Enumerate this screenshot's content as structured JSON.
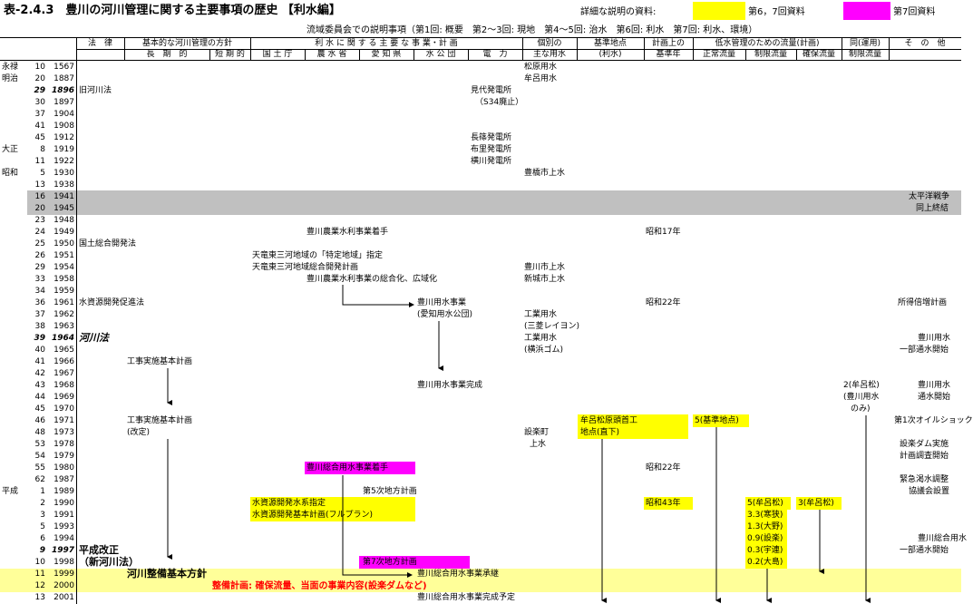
{
  "title": "表-2.4.3　豊川の河川管理に関する主要事項の歴史 【利水編】",
  "legend": {
    "label": "詳細な説明の資料:",
    "yellow_label": "第6，7回資料",
    "magenta_label": "第7回資料",
    "yellow_color": "#ffff00",
    "magenta_color": "#ff00ff"
  },
  "subtitle": "流域委員会での説明事項（第1回: 概要　第2～3回: 現地　第4～5回: 治水　第6回: 利水　第7回: 利水、環境）",
  "headers": {
    "law": "法　律",
    "policy": "基本的な河川管理の方針",
    "policy_long": "長　期　的",
    "policy_short": "短 期 的",
    "projects": "利 水 に 関 す る 主 要 な 事 業・計 画",
    "p_kokudo": "国 土 庁",
    "p_nosei": "農 水 省",
    "p_aichi": "愛 知 県",
    "p_mizu": "水 公 団",
    "p_power": "電　力",
    "water1": "個別の",
    "water2": "主な用水",
    "base1": "基準地点",
    "base2": "(利水)",
    "plan1": "計画上の",
    "plan2": "基準年",
    "flow": "低水管理のための流量(計画)",
    "flow_normal": "正常流量",
    "flow_limit": "制限流量",
    "flow_secure": "確保流量",
    "op1": "同(運用)",
    "op2": "制限流量",
    "other": "そ　の　他"
  },
  "rows": [
    {
      "era": "永禄",
      "n": "10",
      "y": "1567"
    },
    {
      "era": "明治",
      "n": "20",
      "y": "1887"
    },
    {
      "era": "",
      "n": "29",
      "y": "1896",
      "bi": true
    },
    {
      "era": "",
      "n": "30",
      "y": "1897"
    },
    {
      "era": "",
      "n": "37",
      "y": "1904"
    },
    {
      "era": "",
      "n": "41",
      "y": "1908"
    },
    {
      "era": "",
      "n": "45",
      "y": "1912"
    },
    {
      "era": "大正",
      "n": "8",
      "y": "1919"
    },
    {
      "era": "",
      "n": "11",
      "y": "1922"
    },
    {
      "era": "昭和",
      "n": "5",
      "y": "1930"
    },
    {
      "era": "",
      "n": "13",
      "y": "1938"
    },
    {
      "era": "",
      "n": "16",
      "y": "1941",
      "gray": true
    },
    {
      "era": "",
      "n": "20",
      "y": "1945",
      "gray": true
    },
    {
      "era": "",
      "n": "23",
      "y": "1948"
    },
    {
      "era": "",
      "n": "24",
      "y": "1949"
    },
    {
      "era": "",
      "n": "25",
      "y": "1950"
    },
    {
      "era": "",
      "n": "26",
      "y": "1951"
    },
    {
      "era": "",
      "n": "29",
      "y": "1954"
    },
    {
      "era": "",
      "n": "33",
      "y": "1958"
    },
    {
      "era": "",
      "n": "34",
      "y": "1959"
    },
    {
      "era": "",
      "n": "36",
      "y": "1961"
    },
    {
      "era": "",
      "n": "37",
      "y": "1962"
    },
    {
      "era": "",
      "n": "38",
      "y": "1963"
    },
    {
      "era": "",
      "n": "39",
      "y": "1964",
      "bi": true
    },
    {
      "era": "",
      "n": "40",
      "y": "1965"
    },
    {
      "era": "",
      "n": "41",
      "y": "1966"
    },
    {
      "era": "",
      "n": "42",
      "y": "1967"
    },
    {
      "era": "",
      "n": "43",
      "y": "1968"
    },
    {
      "era": "",
      "n": "44",
      "y": "1969"
    },
    {
      "era": "",
      "n": "45",
      "y": "1970"
    },
    {
      "era": "",
      "n": "46",
      "y": "1971"
    },
    {
      "era": "",
      "n": "48",
      "y": "1973"
    },
    {
      "era": "",
      "n": "53",
      "y": "1978"
    },
    {
      "era": "",
      "n": "54",
      "y": "1979"
    },
    {
      "era": "",
      "n": "55",
      "y": "1980"
    },
    {
      "era": "",
      "n": "62",
      "y": "1987"
    },
    {
      "era": "平成",
      "n": "1",
      "y": "1989"
    },
    {
      "era": "",
      "n": "2",
      "y": "1990"
    },
    {
      "era": "",
      "n": "3",
      "y": "1991"
    },
    {
      "era": "",
      "n": "5",
      "y": "1993"
    },
    {
      "era": "",
      "n": "6",
      "y": "1994"
    },
    {
      "era": "",
      "n": "9",
      "y": "1997",
      "bi": true
    },
    {
      "era": "",
      "n": "10",
      "y": "1998"
    },
    {
      "era": "",
      "n": "11",
      "y": "1999",
      "yellowrow": true
    },
    {
      "era": "",
      "n": "12",
      "y": "2000",
      "yellowrow": true
    },
    {
      "era": "",
      "n": "13",
      "y": "2001"
    }
  ],
  "entries": {
    "matsubara": "松原用水",
    "muro": "牟呂用水",
    "old_river_law": "旧河川法",
    "mishiro_plant": "見代発電所",
    "mishiro_note": "（S34廃止）",
    "nagashino_plant": "長篠発電所",
    "nunosato_plant": "布里発電所",
    "yokokawa_plant": "横川発電所",
    "toyohashi_water": "豊橋市上水",
    "pacific_war": "太平洋戦争",
    "war_end": "同上終結",
    "nosei_start": "豊川農業水利事業着手",
    "showa17": "昭和17年",
    "national_law": "国土総合開発法",
    "tenryu1": "天竜東三河地域の「特定地域」指定",
    "tenryu2": "天竜東三河地域総合開発計画",
    "nosei_merge": "豊川農業水利事業の総合化、広域化",
    "toyokawa_city": "豊川市上水",
    "shinshiro_city": "新城市上水",
    "water_dev_law": "水資源開発促進法",
    "yosui_project": "豊川用水事業",
    "aichi_water": "(愛知用水公団)",
    "showa22": "昭和22年",
    "income_plan": "所得倍増計画",
    "industrial1": "工業用水",
    "mitsubishi": "(三菱レイヨン)",
    "river_law": "河川法",
    "industrial2": "工業用水",
    "yokohama": "(横浜ゴム)",
    "toyokawa_water": "豊川用水",
    "partial": "一部通水開始",
    "works_plan": "工事実施基本計画",
    "yosui_complete": "豊川用水事業完成",
    "muro_note1": "2(牟呂松)",
    "muro_note2": "(豊川用水",
    "muro_note3": "のみ)",
    "toyokawa_water2": "豊川用水",
    "full_flow": "通水開始",
    "works_plan_rev": "工事実施基本計画",
    "revised": "(改定)",
    "murromatsubara": "牟呂松原頭首工",
    "point": "地点(直下)",
    "five_base": "5(基準地点)",
    "oil_shock": "第1次オイルショック",
    "shitara": "設楽町",
    "upper": "上水",
    "shitara_dam": "設楽ダム実施",
    "plan_survey": "計画調査開始",
    "sogo_start": "豊川総合用水事業着手",
    "showa22b": "昭和22年",
    "drought": "緊急渇水調整",
    "council": "協議会設置",
    "fifth_plan": "第5次地方計画",
    "water_designate": "水資源開発水系指定",
    "full_plan": "水資源開発基本計画(フルプラン)",
    "showa43": "昭和43年",
    "five_muro": "5(牟呂松)",
    "three_muro": "3(牟呂松)",
    "f1": "3.3(寒狭)",
    "f2": "1.3(大野)",
    "f3": "0.9(設楽)",
    "f4": "0.3(宇連)",
    "f5": "0.2(大島)",
    "toyokawa_sogo": "豊川総合用水",
    "partial2": "一部通水開始",
    "heisei_rev": "平成改正",
    "new_law": "（新河川法）",
    "seventh_plan": "第7次地方計画",
    "basic_policy": "河川整備基本方針",
    "sogo_inherit": "豊川総合用水事業承継",
    "seibi_plan": "整備計画: 確保流量、当面の事業内容(設楽ダムなど)",
    "sogo_complete": "豊川総合用水事業完成予定"
  }
}
